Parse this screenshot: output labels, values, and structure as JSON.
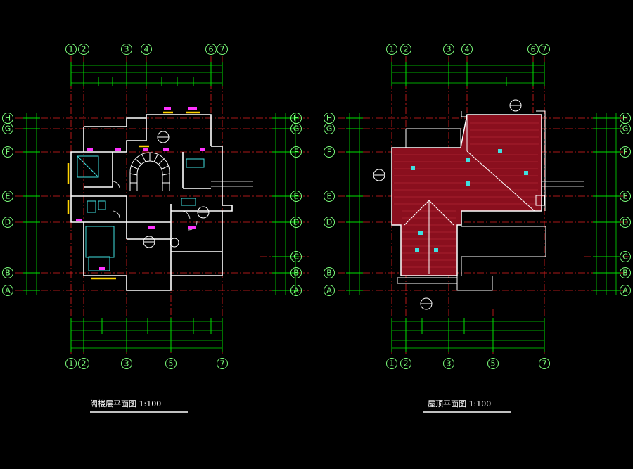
{
  "drawings": [
    {
      "caption": "阁楼层平面图 1:100",
      "top_axes": [
        "1",
        "2",
        "3",
        "4",
        "6",
        "7"
      ],
      "bottom_axes": [
        "1",
        "2",
        "3",
        "5",
        "7"
      ],
      "side_axes": [
        "H",
        "G",
        "F",
        "E",
        "D",
        "C",
        "B",
        "A"
      ]
    },
    {
      "caption": "屋顶平面图 1:100",
      "top_axes": [
        "1",
        "2",
        "3",
        "4",
        "6",
        "7"
      ],
      "bottom_axes": [
        "1",
        "2",
        "3",
        "5",
        "7"
      ],
      "side_axes": [
        "H",
        "G",
        "F",
        "E",
        "D",
        "C",
        "B",
        "A"
      ]
    }
  ],
  "colors": {
    "background": "#000000",
    "axis_bubble": "#7CFF7C",
    "dimension": "#00E000",
    "axis_line": "#E02020",
    "wall": "#FFFFFF",
    "roof_fill": "#8A0F1E",
    "accent_yellow": "#FFD400",
    "accent_cyan": "#3FE0E0",
    "accent_magenta": "#FF33FF"
  }
}
